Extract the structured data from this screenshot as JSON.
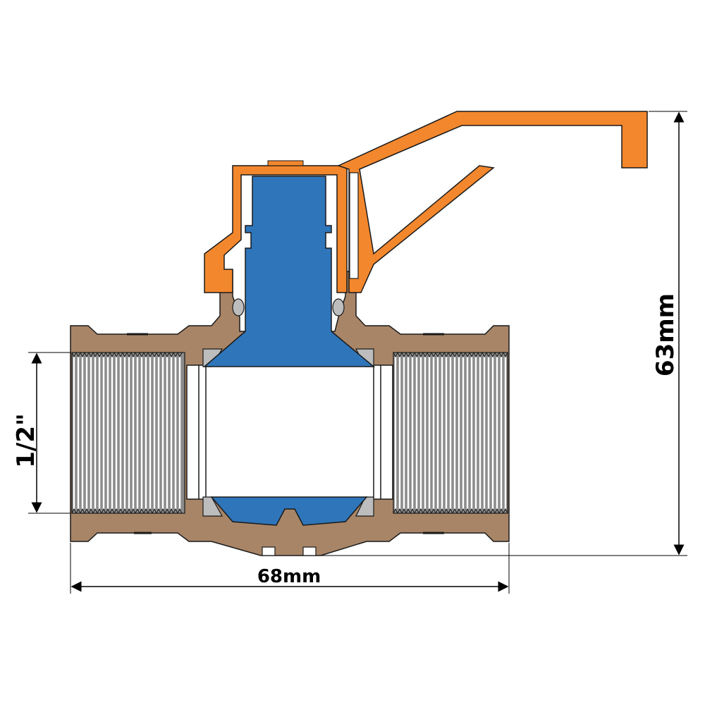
{
  "dimensions": {
    "length": "68mm",
    "height": "63mm",
    "thread_size": "1/2\""
  },
  "colors": {
    "body": "#A88567",
    "body_dark": "#8E6E52",
    "handle": "#F3872D",
    "stem_ball": "#2F75BA",
    "seal": "#BDBDBD",
    "thread_bg": "#8C8C8C",
    "thread_line": "#FFFFFF",
    "outline": "#1A1A1A"
  }
}
